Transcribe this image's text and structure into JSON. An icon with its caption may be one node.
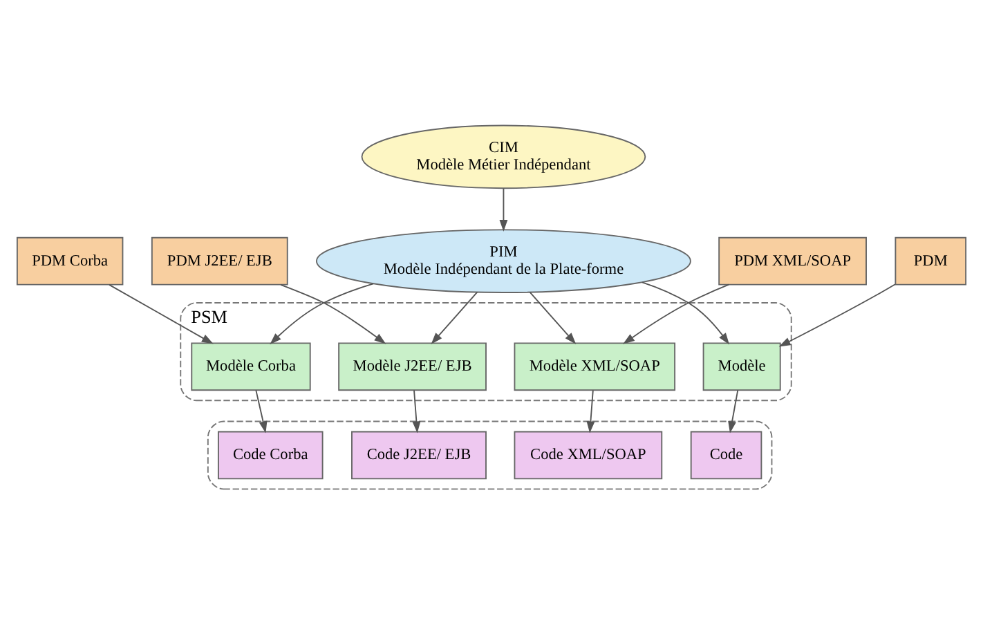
{
  "diagram": {
    "nodes": [
      {
        "text": [
          "CIM",
          "Modèle Métier Indépendant"
        ]
      },
      {
        "text": [
          "PIM",
          "Modèle Indépendant de la Plate-forme"
        ]
      },
      {
        "text": [
          "PDM Corba"
        ]
      },
      {
        "text": [
          "PDM J2EE/ EJB"
        ]
      },
      {
        "text": [
          "PDM XML/SOAP"
        ]
      },
      {
        "text": [
          "PDM"
        ]
      },
      {
        "text": [
          "PSM"
        ]
      },
      {
        "text": [
          "Modèle Corba"
        ],
        "in": 6
      },
      {
        "text": [
          "Modèle J2EE/ EJB"
        ],
        "in": 6
      },
      {
        "text": [
          "Modèle XML/SOAP"
        ],
        "in": 6
      },
      {
        "text": [
          "Modèle"
        ],
        "in": 6
      },
      {
        "text": [],
        "shape": "box"
      },
      {
        "text": [
          "Code Corba"
        ],
        "in": 11
      },
      {
        "text": [
          "Code J2EE/ EJB"
        ],
        "in": 11
      },
      {
        "text": [
          "Code XML/SOAP"
        ],
        "in": 11
      },
      {
        "text": [
          "Code"
        ],
        "in": 11
      }
    ],
    "edges": [
      {
        "from": 0,
        "to": 1,
        "arrow": "to"
      },
      {
        "from": 1,
        "to": 7,
        "arrow": "to"
      },
      {
        "from": 2,
        "to": 7,
        "arrow": "to"
      },
      {
        "from": 1,
        "to": 8,
        "arrow": "to"
      },
      {
        "from": 3,
        "to": 8,
        "arrow": "to"
      },
      {
        "from": 1,
        "to": 9,
        "arrow": "to"
      },
      {
        "from": 4,
        "to": 9,
        "arrow": "to"
      },
      {
        "from": 1,
        "to": 10,
        "arrow": "to"
      },
      {
        "from": 5,
        "to": 10,
        "arrow": "to"
      },
      {
        "from": 7,
        "to": 12,
        "arrow": "to"
      },
      {
        "from": 8,
        "to": 13,
        "arrow": "to"
      },
      {
        "from": 9,
        "to": 14,
        "arrow": "to"
      },
      {
        "from": 10,
        "to": 15,
        "arrow": "to"
      }
    ]
  }
}
